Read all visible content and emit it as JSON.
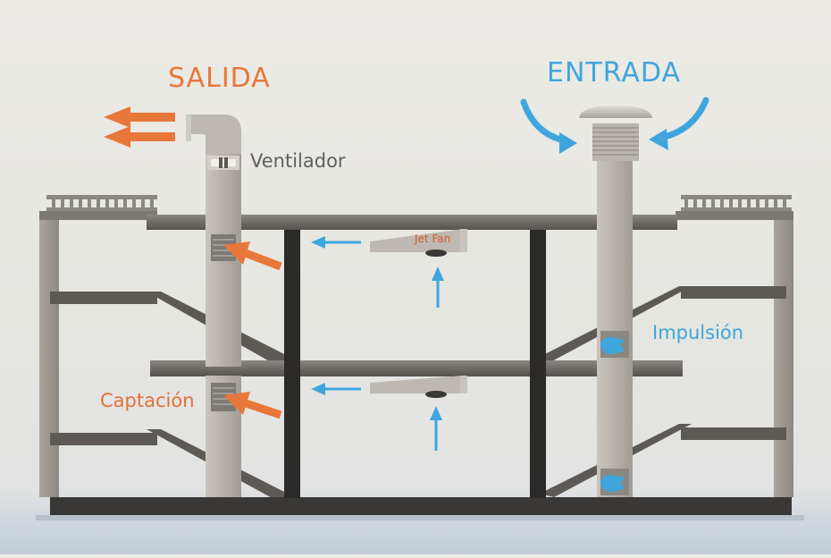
{
  "labels": {
    "salida": "SALIDA",
    "entrada": "ENTRADA",
    "ventilador": "Ventilador",
    "impulsion": "Impulsión",
    "captacion": "Captación",
    "jet_fan": "Jet Fan"
  },
  "colors": {
    "exhaust_orange": "#e8773a",
    "intake_blue": "#3fa5dd",
    "slab_gray": "#6b6864",
    "duct_gray": "#b4afa8",
    "column_dark": "#2b2a29",
    "background": "#e8e8e3"
  }
}
